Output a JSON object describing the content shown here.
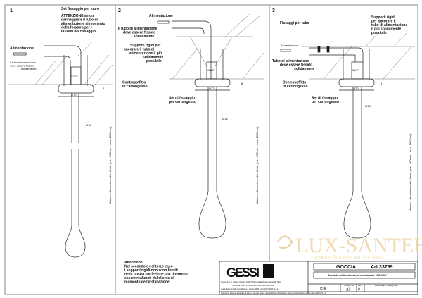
{
  "panels": [
    {
      "number": "1",
      "labels": {
        "set": "Set fissaggio per muro",
        "warning": [
          "ATTENZIONE a non",
          "danneggiare il tubo di",
          "alimentazione al momento",
          "della foratura per i",
          "tasselli del fissaggio"
        ],
        "supply": "Alimentazione",
        "tube": [
          "Il tubo alimentazione",
          "deve essere fissato",
          "solidamente"
        ]
      },
      "dims": {
        "cap": "Ø72",
        "tube": "Ø18",
        "thread": "G1/2\"",
        "height": "8",
        "length": "Misura a discrezione del cliente (min. 160mm - max. 1600mm)"
      }
    },
    {
      "number": "2",
      "labels": {
        "supply": "Alimentazione",
        "tube": [
          "Il tubo di alimentazione",
          "deve essere fissato",
          "solidamente"
        ],
        "supports": [
          "Supporti rigidi per",
          "ancorare il tubo di",
          "alimentazione il più",
          "solidamente",
          "possibile"
        ],
        "ceiling": [
          "Controsoffitto",
          "in cartongesso"
        ],
        "set": [
          "Set di fissaggio",
          "per cartongesso"
        ]
      },
      "dims": {
        "cap": "Ø72",
        "tube": "Ø18",
        "thread": "G1/2\"",
        "height": "8",
        "length": "Misura a discrezione del cliente (min. 160mm - max. 1600mm)"
      }
    },
    {
      "number": "3",
      "labels": {
        "fixings": "Fissaggi per tubo",
        "supply": "Alimentazione",
        "supports": [
          "Supporti rigidi",
          "per ancorare il",
          "tubo di alimentazione",
          "il più solidamente",
          "possibile"
        ],
        "tube": [
          "Tubo di alimentazione",
          "deve essere fissato",
          "solidamente"
        ],
        "ceiling": [
          "Controsoffitto",
          "in cartongesso"
        ],
        "set": [
          "Set di fissaggio",
          "per cartongesso"
        ]
      },
      "dims": {
        "cap": "Ø72",
        "tube": "Ø18",
        "thread": "G1/2\"",
        "height": "8",
        "length": "Misura a discrezione del cliente (min. 160mm - max. 1600mm)"
      }
    }
  ],
  "note": [
    "Attenzione:",
    "Nel secondo e nel terzo caso",
    "i supporti rigidi non sono forniti",
    "nella nostra confezione, ma dovranno",
    "essere realizzati dal cliente al",
    "momento dell'installazione"
  ],
  "title_block": {
    "brand": "GESSI",
    "company": "Gessi S.p.A. Parco Gessi, 13037 Serravalle Sesia (Vercelli) Italy",
    "contacts": "Tel.0039 0163 45445 Fax.0039 0163 459360",
    "extra": "designation: email: gessi@gessi.it  giugno 2006  copyright © 2006 S.p.A.",
    "product": "GOCCIA",
    "article": "Art.33799",
    "description": "Bocca da soffitto altezza personalizzabile \"GOCCIA\"",
    "format_label": "formato / size",
    "format": "A3",
    "rev_label": "Rev.",
    "rev": "0",
    "dims_label": "scala disegno / drawing scale",
    "footer": "Il presente disegno è tutelato di legge; non può essere reso pubblico né riprodotto senza l'autorizzazione scritta della GESSI S.p.A."
  },
  "watermark": {
    "text": "LUX-SANTEH",
    "sub": "ЕВРОПЕЙСКАЯ САНТЕХНИКА"
  }
}
